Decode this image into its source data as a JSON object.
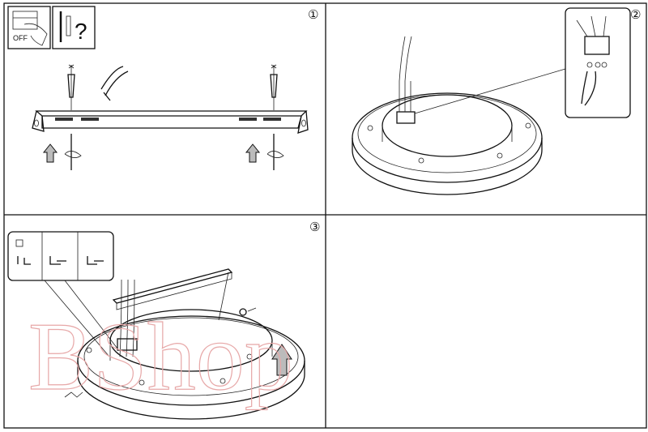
{
  "steps": [
    {
      "number": "①"
    },
    {
      "number": "②"
    },
    {
      "number": "③"
    }
  ],
  "step1": {
    "power_switch_label": "OFF",
    "tools_question": "?"
  },
  "watermark": "BShop",
  "colors": {
    "line": "#111111",
    "arrow_fill": "#bbbbbb",
    "watermark": "#e7a8a8"
  }
}
